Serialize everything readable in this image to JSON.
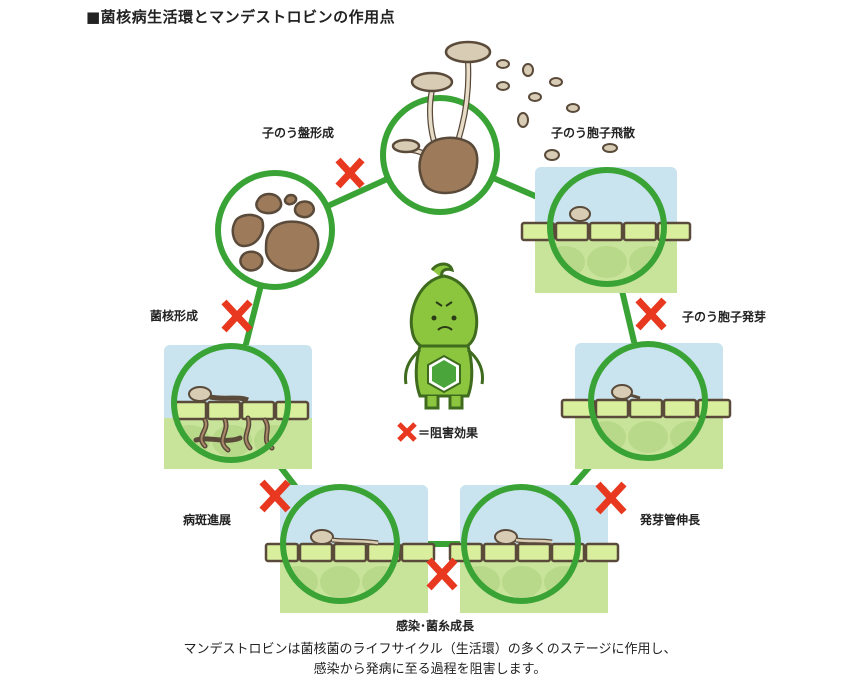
{
  "title": "■菌核病生活環とマンデストロビンの作用点",
  "stages": {
    "apothecium": "子のう盤形成",
    "ascospore_dispersal": "子のう胞子飛散",
    "ascospore_germination": "子のう胞子発芽",
    "germ_tube": "発芽管伸長",
    "infection": "感染･菌糸成長",
    "lesion": "病斑進展",
    "sclerotia": "菌核形成"
  },
  "legend": {
    "text": "＝阻害効果"
  },
  "caption": {
    "line1": "マンデストロビンは菌核菌のライフサイクル（生活環）の多くのステージに作用し、",
    "line2": "感染から発病に至る過程を阻害します。"
  },
  "colors": {
    "ring": "#3aa335",
    "inhibit_x": "#e8381f",
    "mascot": "#8cc63e",
    "sky": "#c9e3ef",
    "leaf": "#c8e39a",
    "cell": "#b9d98a",
    "fungus": "#9c7a5a"
  }
}
